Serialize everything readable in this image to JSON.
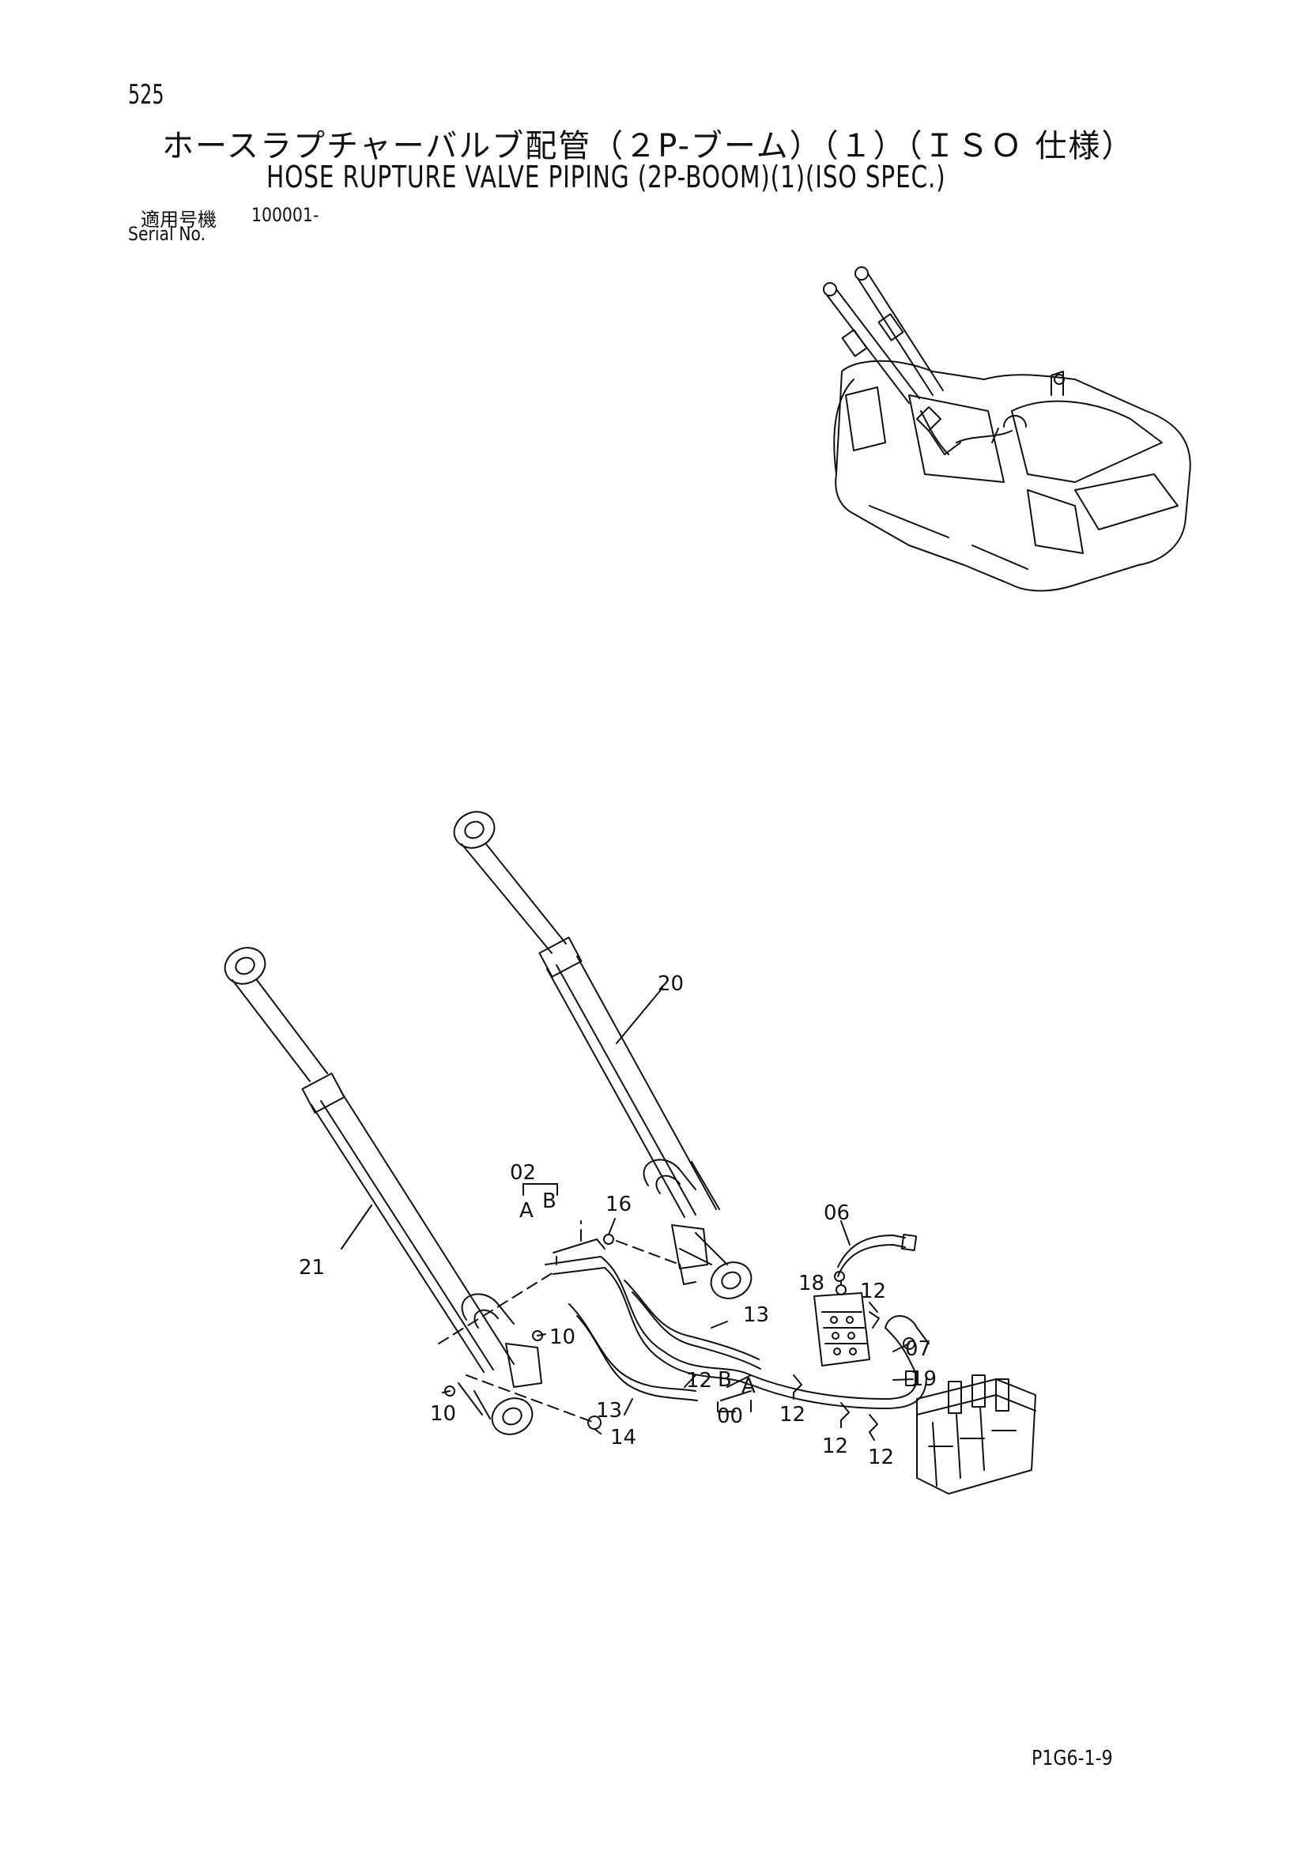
{
  "header": {
    "page_number": "525",
    "title_jp": "ホースラプチャーバルブ配管（２P-ブーム）（１）（ＩＳＯ 仕様）",
    "title_en": "HOSE RUPTURE VALVE PIPING (2P-BOOM)(1)(ISO SPEC.)",
    "serial_label_jp": "適用号機",
    "serial_value": "100001-",
    "serial_label_en": "Serial No."
  },
  "callouts": {
    "c20": "20",
    "c21": "21",
    "c02": "02",
    "cA1": "A",
    "cB1": "B",
    "c16": "16",
    "c06": "06",
    "c18": "18",
    "c12a": "12",
    "c13a": "13",
    "c07": "07",
    "c19": "19",
    "c10a": "10",
    "c10b": "10",
    "c13b": "13",
    "c12b": "12",
    "cB2": "B",
    "cA2": "A",
    "c00": "00",
    "c12c": "12",
    "c12d": "12",
    "c12e": "12",
    "c14": "14"
  },
  "footer": {
    "page_code": "P1G6-1-9"
  }
}
